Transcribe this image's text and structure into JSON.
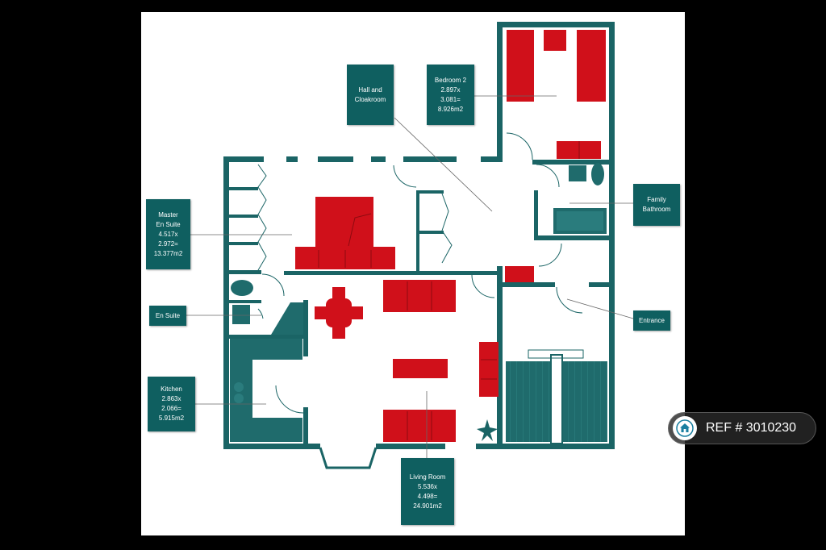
{
  "rooms": {
    "hall": [
      "Hall and",
      "Cloakroom"
    ],
    "bedroom2": [
      "Bedroom 2",
      "2.897x",
      "3.081=",
      "8.926m2"
    ],
    "master": [
      "Master",
      "En Suite",
      "4.517x",
      "2.972=",
      "13.377m2"
    ],
    "ensuite": [
      "En Suite"
    ],
    "kitchen": [
      "Kitchen",
      "2.863x",
      "2.066=",
      "5.915m2"
    ],
    "family_bathroom": [
      "Family",
      "Bathroom"
    ],
    "entrance": [
      "Entrance"
    ],
    "living": [
      "Living Room",
      "5.536x",
      "4.498=",
      "24.901m2"
    ]
  },
  "ref_badge": {
    "text": "REF # 3010230",
    "icon": "house-icon"
  },
  "colors": {
    "wall": "#1a6465",
    "furniture": "#d0101a",
    "label_bg": "#0f5f60",
    "sheet": "#ffffff",
    "border": "#000000"
  }
}
